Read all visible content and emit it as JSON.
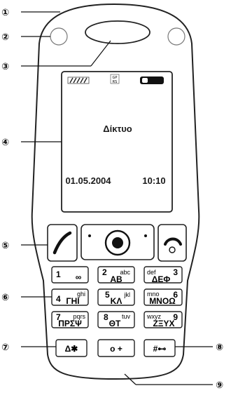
{
  "screen": {
    "network_name": "Δίκτυο",
    "date": "01.05.2004",
    "time": "10:10",
    "gprs_icon_top": "GP",
    "gprs_icon_bottom": "RS"
  },
  "callouts": [
    "①",
    "②",
    "③",
    "④",
    "⑤",
    "⑥",
    "⑦",
    "⑧",
    "⑨"
  ],
  "keys": {
    "k1": {
      "digit": "1",
      "sub": "∞"
    },
    "k2": {
      "digit": "2",
      "sub": "abc",
      "greek": "ΑΒ"
    },
    "k3": {
      "digit": "3",
      "sub": "def",
      "greek": "ΔΕΦ"
    },
    "k4": {
      "digit": "4",
      "sub": "ghi",
      "greek": "ΓΗΙ"
    },
    "k5": {
      "digit": "5",
      "sub": "jkl",
      "greek": "ΚΛ"
    },
    "k6": {
      "digit": "6",
      "sub": "mno",
      "greek": "ΜΝΟΩ"
    },
    "k7": {
      "digit": "7",
      "sub": "pqrs",
      "greek": "ΠΡΣΨ"
    },
    "k8": {
      "digit": "8",
      "sub": "tuv",
      "greek": "ΘΤ"
    },
    "k9": {
      "digit": "9",
      "sub": "wxyz",
      "greek": "ΖΞΥΧ"
    },
    "kstar": {
      "label": "Δ✱"
    },
    "k0": {
      "label": "o +"
    },
    "khash": {
      "label": "#⊷"
    }
  },
  "icons": [
    "earpiece-icon",
    "call-icon",
    "end-call-icon",
    "navigation-icon",
    "battery-icon",
    "signal-icon"
  ]
}
